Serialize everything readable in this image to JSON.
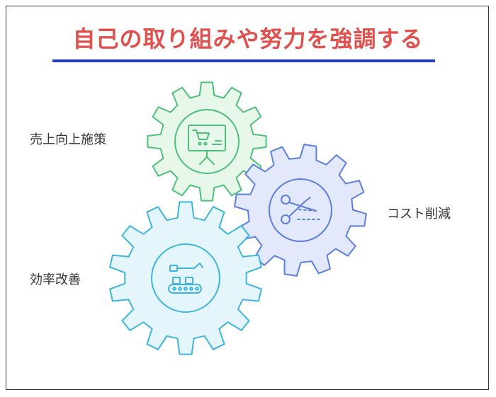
{
  "title": "自己の取り組みや努力を強調する",
  "items": [
    {
      "label": "売上向上施策",
      "icon": "presentation-cart-icon",
      "fill": "#e7f7ea",
      "stroke": "#4cc07a"
    },
    {
      "label": "コスト削減",
      "icon": "scissors-cut-icon",
      "fill": "#e3e9fb",
      "stroke": "#5a7fe0"
    },
    {
      "label": "効率改善",
      "icon": "robot-arm-conveyor-icon",
      "fill": "#e4f6fb",
      "stroke": "#3fb4dc"
    }
  ]
}
